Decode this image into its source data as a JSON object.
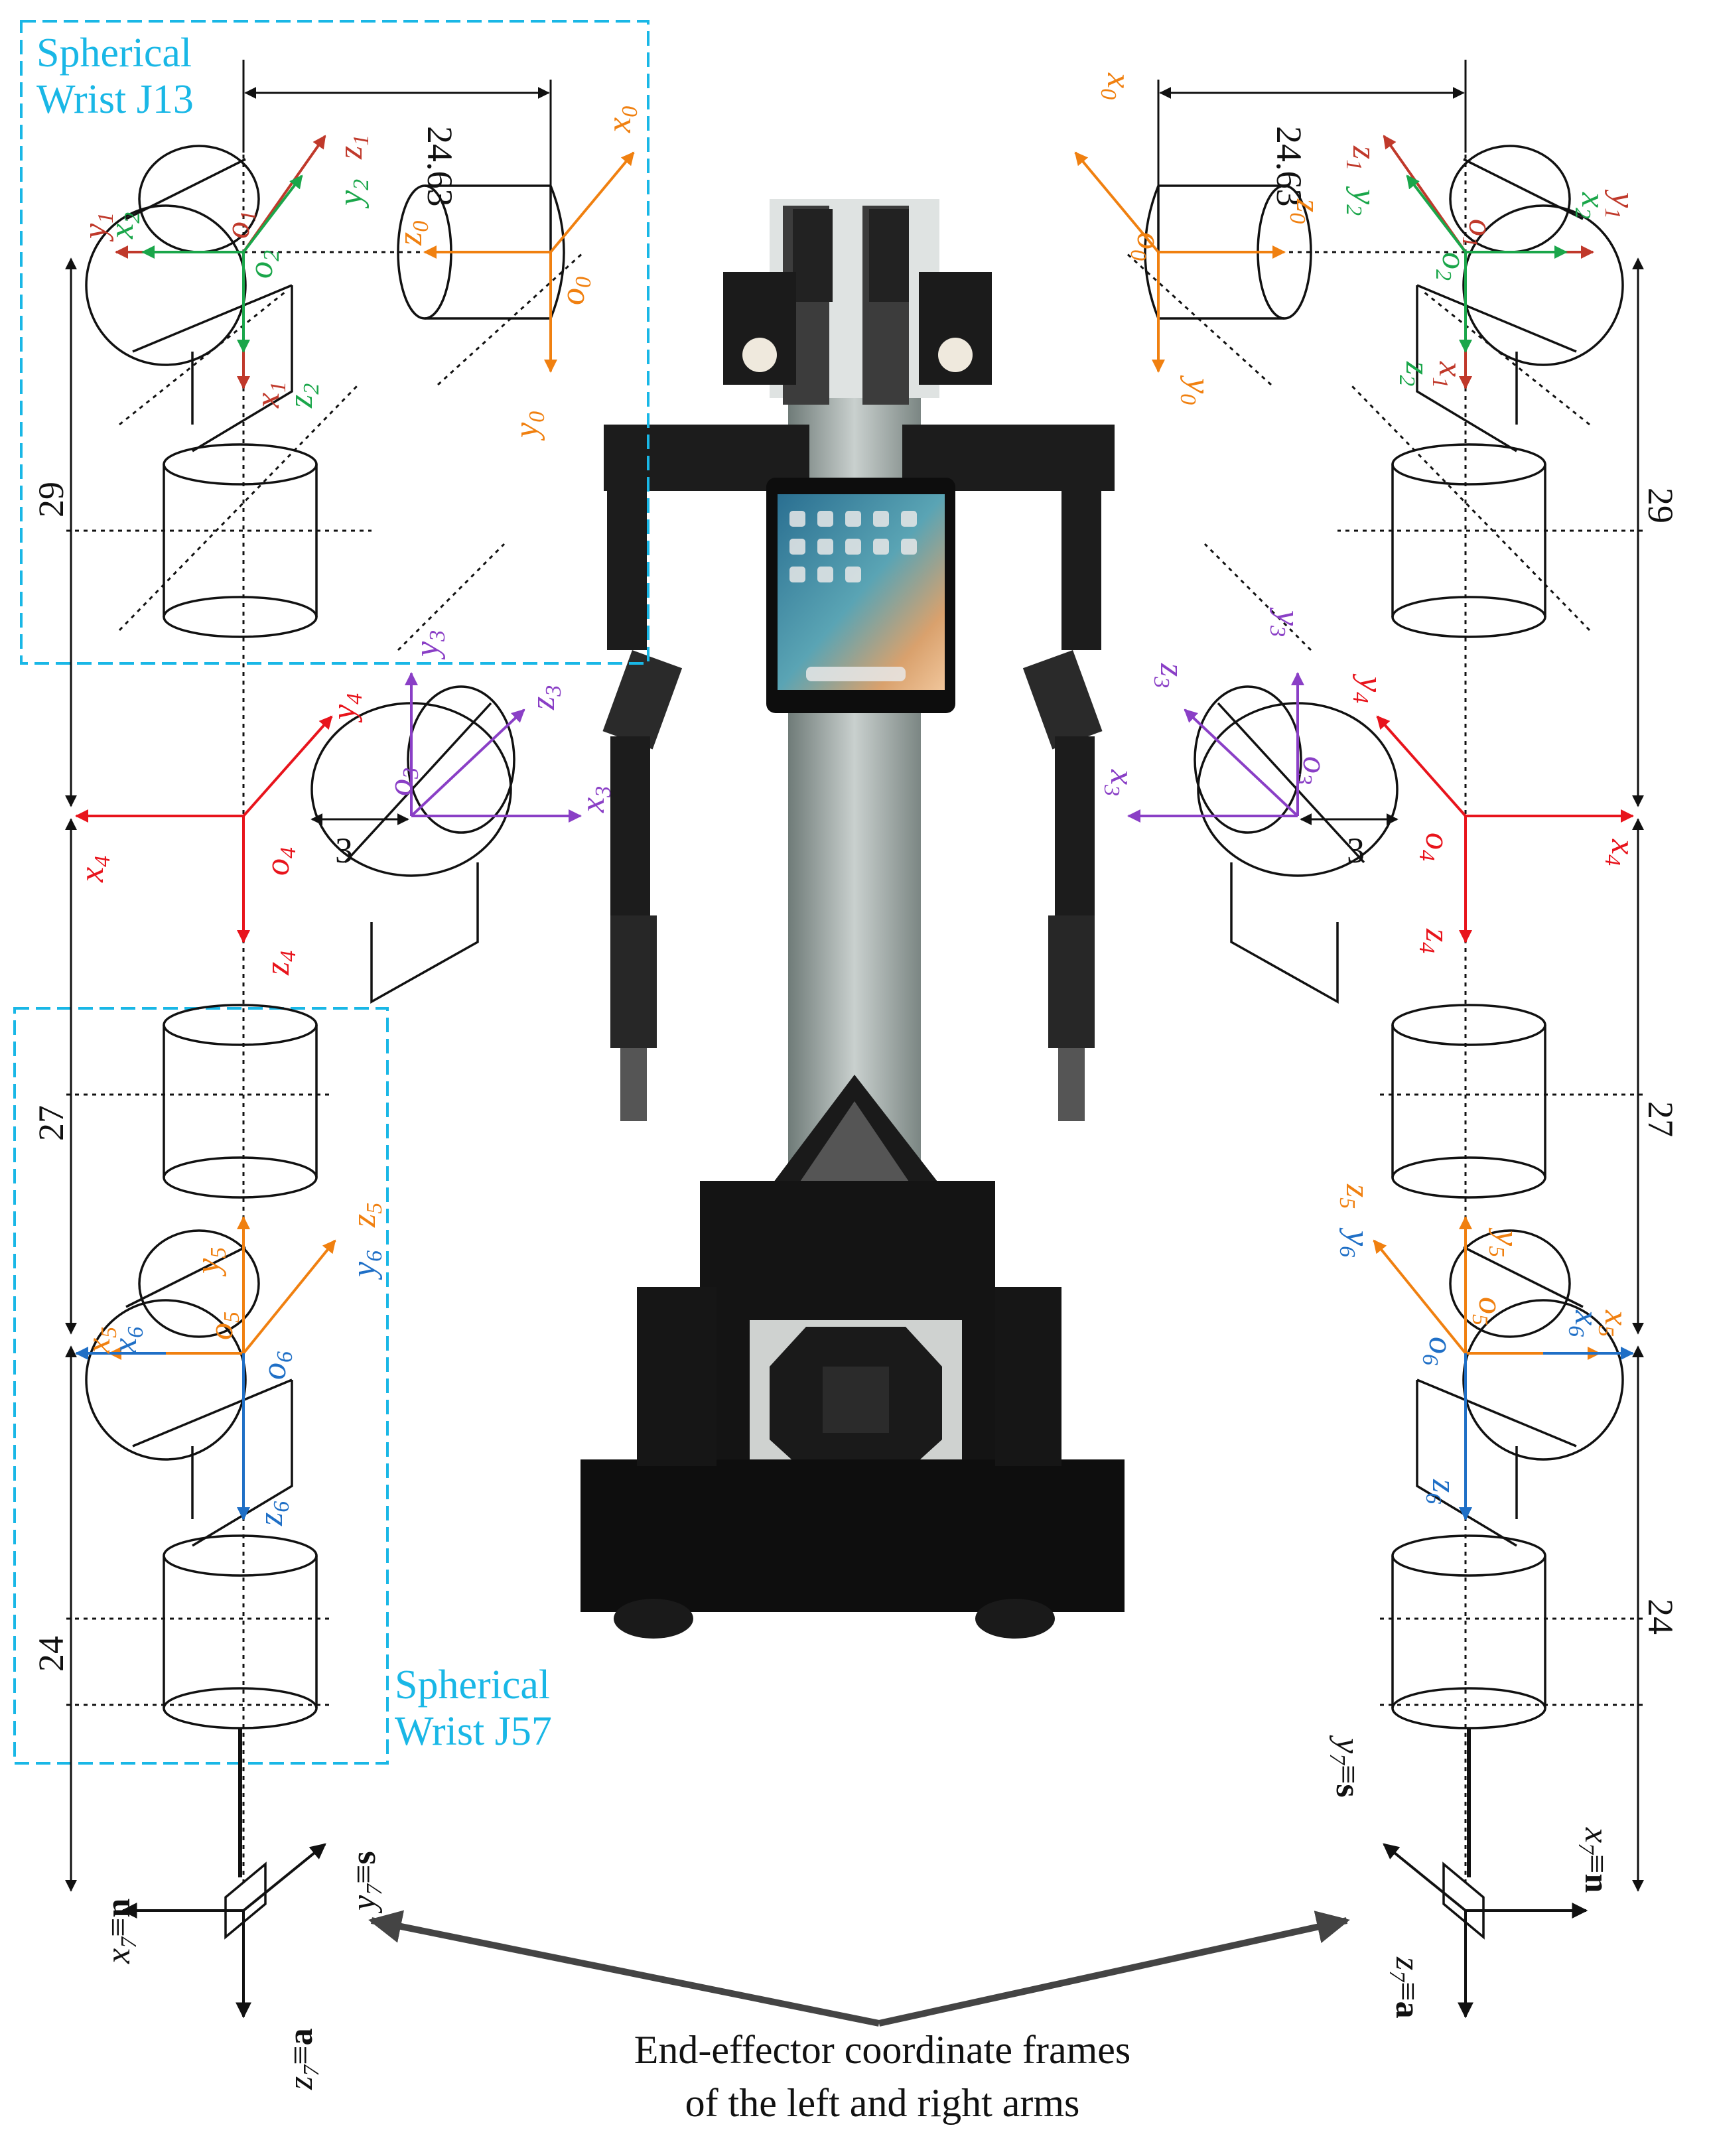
{
  "caption": {
    "line1": "End-effector coordinate frames",
    "line2": "of the left and right arms"
  },
  "wrist_labels": {
    "upper": [
      "Spherical",
      "Wrist J13"
    ],
    "lower": [
      "Spherical",
      "Wrist J57"
    ]
  },
  "dimensions": {
    "offset": "24.63",
    "d1": "29",
    "d2": "3",
    "d3": "27",
    "d4": "24"
  },
  "frames": {
    "x0": "x",
    "y0": "y",
    "z0": "z",
    "x1": "x",
    "y1": "y",
    "z1": "z",
    "x2": "x",
    "y2": "y",
    "z2": "z",
    "x3": "x",
    "y3": "y",
    "z3": "z",
    "x4": "x",
    "y4": "y",
    "z4": "z",
    "x5": "x",
    "y5": "y",
    "z5": "z",
    "x6": "x",
    "y6": "y",
    "z6": "z",
    "o0": "o",
    "o1": "o",
    "o2": "o",
    "o3": "o",
    "o4": "o",
    "o5": "o",
    "o6": "o"
  },
  "subscripts": [
    "0",
    "1",
    "2",
    "3",
    "4",
    "5",
    "6",
    "7"
  ],
  "end_effector": {
    "x7": "x",
    "y7": "y",
    "z7": "z",
    "equiv": "≡",
    "n": "n",
    "s": "s",
    "a": "a"
  },
  "colors": {
    "frame0": "#f08010",
    "frame1": "#c0392b",
    "frame2": "#1aa64a",
    "frame3": "#8a3fc6",
    "frame4": "#e8141c",
    "frame5": "#f08010",
    "frame6": "#1f6fc6",
    "wrist_box": "#19b7e6",
    "structure": "#111111"
  },
  "robot_icons": [
    "robot-photo",
    "tablet-icon",
    "camera-icon"
  ]
}
